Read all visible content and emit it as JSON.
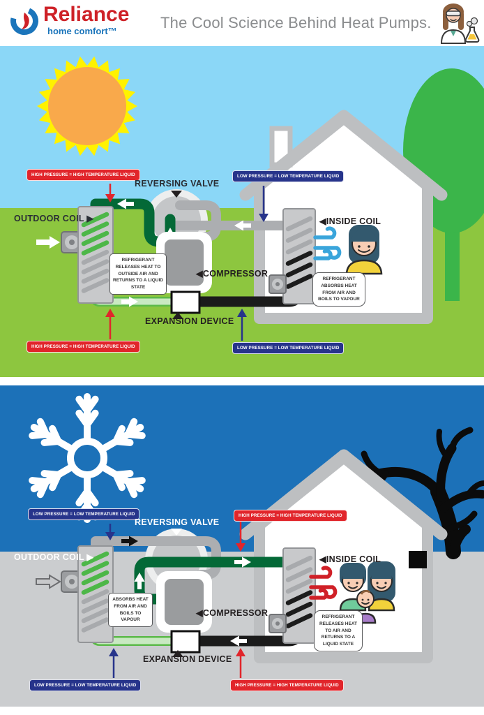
{
  "header": {
    "brand": {
      "name": "Reliance",
      "tagline": "home comfort™"
    },
    "title": "The Cool Science Behind Heat Pumps.",
    "icons": {
      "brand_mark": "reliance-flame-swirl-icon",
      "right": "scientist-with-flask-icon"
    }
  },
  "colors": {
    "brand-red": "#CE2127",
    "brand-blue": "#1B75BB",
    "title-gray": "#8A8C8E",
    "badge-red": "#E1252B",
    "badge-navy": "#27348B",
    "summer-sky": "#8BD7F7",
    "summer-grass": "#8DC63F",
    "tree-green": "#3BB54A",
    "winter-sky": "#1C71B8",
    "winter-snow": "#CBCDCF",
    "pipe-hot": "#046937",
    "pipe-warm": "#5CB949",
    "pipe-cold": "#ACAEB1",
    "pipe-black": "#1B1B1B",
    "house-gray": "#BDBFC1",
    "sun-core": "#F9A94B",
    "sun-rays": "#FFF200",
    "wind-cool": "#3AA5DB",
    "wind-warm": "#D02027"
  },
  "panels": [
    {
      "id": "summer",
      "badges": {
        "top_left": "HIGH PRESSURE = HIGH TEMPERATURE LIQUID",
        "top_right": "LOW PRESSURE = LOW TEMPERATURE LIQUID",
        "bottom_left": "HIGH PRESSURE = HIGH TEMPERATURE LIQUID",
        "bottom_right": "LOW PRESSURE = LOW TEMPERATURE LIQUID"
      },
      "labels": {
        "reversing_valve": "REVERSING VALVE",
        "outdoor_coil": "OUTDOOR COIL ▶",
        "inside_coil": "◀INSIDE COIL",
        "compressor": "◀COMPRESSOR",
        "expansion_device": "EXPANSION DEVICE"
      },
      "notes": {
        "outdoor": "REFRIGERANT RELEASES HEAT TO OUTSIDE AIR AND RETURNS TO A LIQUID STATE",
        "indoor": "REFRIGERANT ABSORBS HEAT FROM AIR AND BOILS TO VAPOUR"
      }
    },
    {
      "id": "winter",
      "badges": {
        "top_left": "LOW PRESSURE = LOW TEMPERATURE LIQUID",
        "top_right": "HIGH PRESSURE = HIGH TEMPERATURE LIQUID",
        "bottom_left": "LOW PRESSURE = LOW TEMPERATURE LIQUID",
        "bottom_right": "HIGH PRESSURE = HIGH TEMPERATURE LIQUID"
      },
      "labels": {
        "reversing_valve": "REVERSING VALVE",
        "outdoor_coil": "OUTDOOR COIL ▶",
        "inside_coil": "◀INSIDE COIL",
        "compressor": "◀COMPRESSOR",
        "expansion_device": "EXPANSION DEVICE"
      },
      "notes": {
        "outdoor": "ABSORBS HEAT FROM AIR AND BOILS TO VAPOUR",
        "indoor": "REFRIGERANT RELEASES HEAT TO AIR AND RETURNS TO A LIQUID STATE"
      }
    }
  ]
}
